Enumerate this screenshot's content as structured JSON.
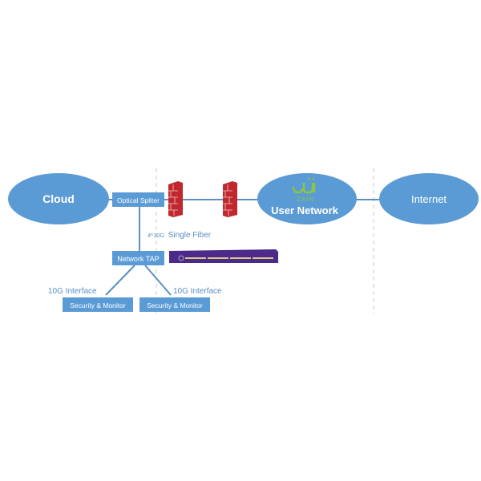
{
  "nodes": {
    "cloud": "Cloud",
    "optical_splitter": "Optical Spliter",
    "user_network": "User Network",
    "internet": "Internet",
    "network_tap": "Network TAP",
    "security_monitor_1": "Security & Monitor",
    "security_monitor_2": "Security & Monitor"
  },
  "labels": {
    "fiber_prefix": "4*10G",
    "fiber_text": "Single Fiber",
    "interface_1": "10G Interface",
    "interface_2": "10G Interface"
  },
  "logo": {
    "text": "ZAIN"
  },
  "colors": {
    "node": "#5b9bd5",
    "line": "#5b8fc4",
    "firewall": "#c0282d",
    "device": "#4b2a8a",
    "logo": "#8cc63f"
  }
}
